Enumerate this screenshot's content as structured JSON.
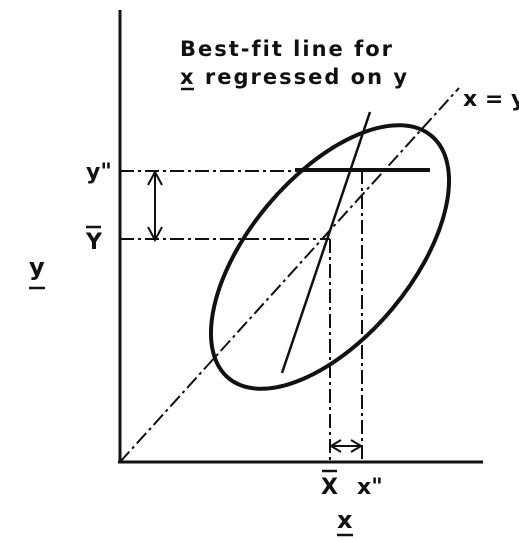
{
  "diagram": {
    "annotation_line1": "Best-fit line for",
    "annotation_line2_var": "x",
    "annotation_line2_rest": " regressed on y",
    "identity_label": "x = y",
    "y_axis_label": "y",
    "x_axis_label": "x",
    "y_mean_label": "Y",
    "y_double_prime_label": "y\"",
    "x_mean_label": "X",
    "x_double_prime_label": "x\""
  }
}
